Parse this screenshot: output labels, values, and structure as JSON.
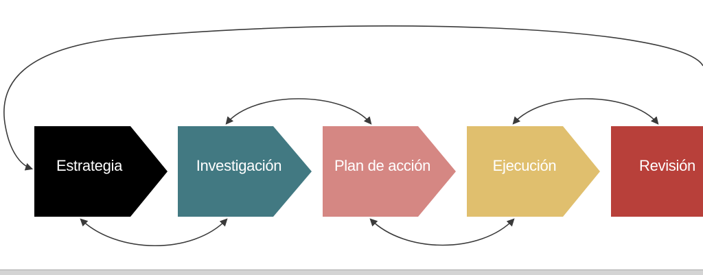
{
  "stages": [
    {
      "label": "Estrategia",
      "color": "#000000"
    },
    {
      "label": "Investigación",
      "color": "#427982"
    },
    {
      "label": "Plan de acción",
      "color": "#d58783"
    },
    {
      "label": "Ejecución",
      "color": "#e0bf6e"
    },
    {
      "label": "Revisión",
      "color": "#b8403a"
    }
  ],
  "connector_color": "#3a3a3a"
}
